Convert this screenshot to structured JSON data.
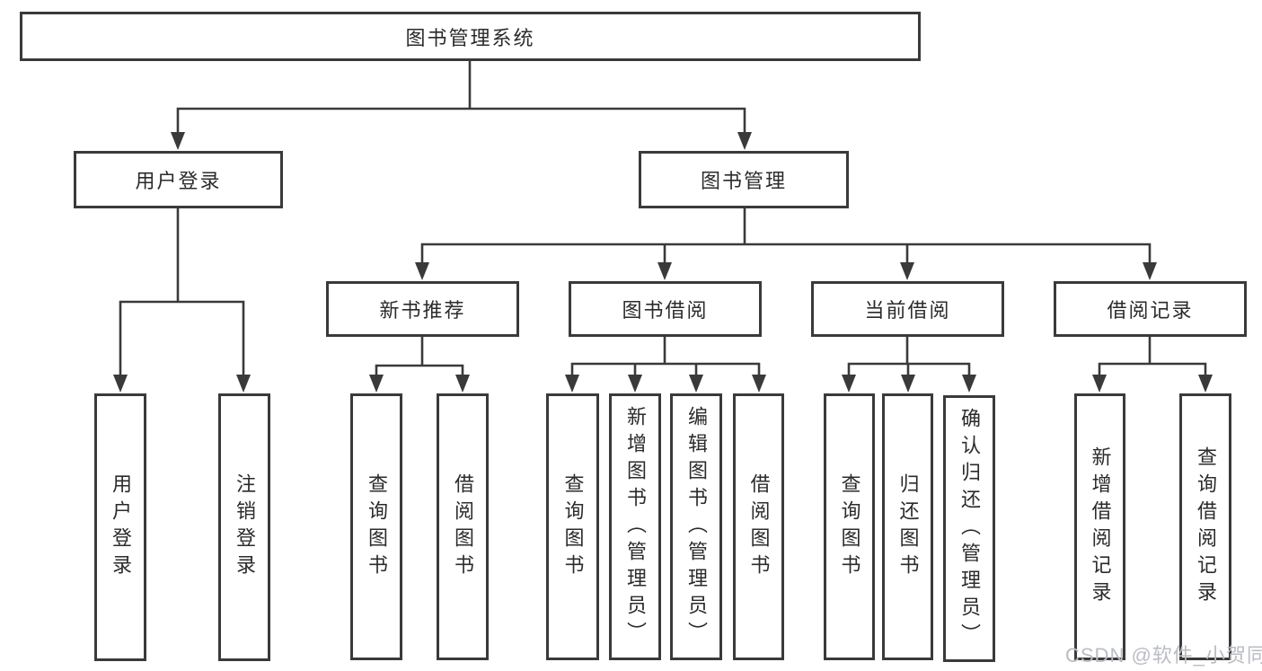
{
  "diagram": {
    "root": {
      "label": "图书管理系统"
    },
    "level2": [
      {
        "label": "用户登录",
        "children": [
          {
            "label": "用户登录"
          },
          {
            "label": "注销登录"
          }
        ]
      },
      {
        "label": "图书管理",
        "children": [
          {
            "label": "新书推荐",
            "children": [
              {
                "label": "查询图书"
              },
              {
                "label": "借阅图书"
              }
            ]
          },
          {
            "label": "图书借阅",
            "children": [
              {
                "label": "查询图书"
              },
              {
                "label": "新增图书（管理员）"
              },
              {
                "label": "编辑图书（管理员）"
              },
              {
                "label": "借阅图书"
              }
            ]
          },
          {
            "label": "当前借阅",
            "children": [
              {
                "label": "查询图书"
              },
              {
                "label": "归还图书"
              },
              {
                "label": "确认归还（管理员）"
              }
            ]
          },
          {
            "label": "借阅记录",
            "children": [
              {
                "label": "新增借阅记录"
              },
              {
                "label": "查询借阅记录"
              }
            ]
          }
        ]
      }
    ]
  },
  "watermark": {
    "text": "CSDN @软件_小贺同学"
  },
  "colors": {
    "line": "#3a3a3a",
    "text": "#2b2b2b",
    "watermark": "#b9bdc3",
    "box_background": "#ffffff"
  }
}
